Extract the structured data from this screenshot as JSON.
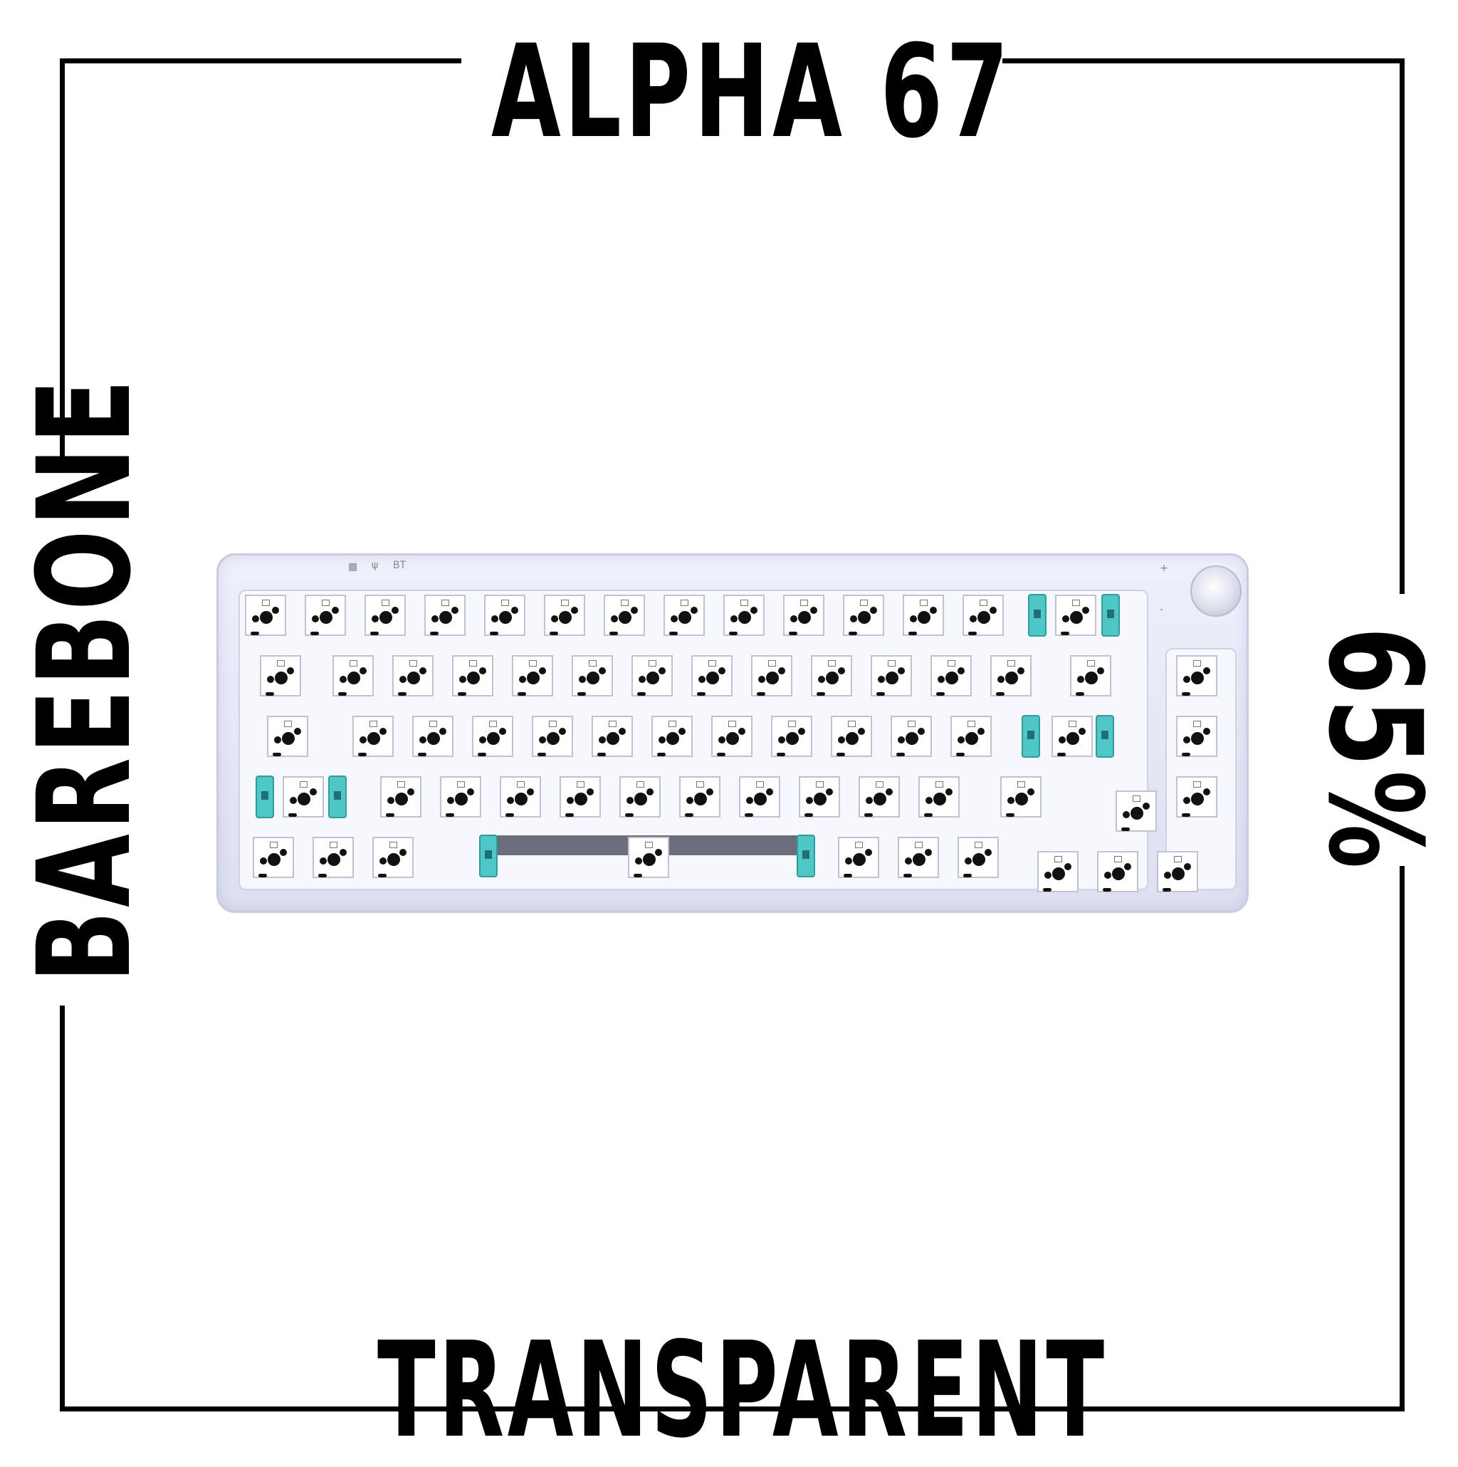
{
  "title": "ALPHA 67",
  "left_label": "BAREBONE",
  "right_label": "65%",
  "bottom_label": "TRANSPARENT",
  "keyboard": {
    "indicators": [
      "BT"
    ],
    "knob_marks": [
      "+",
      "-"
    ],
    "colors": {
      "stabilizer": "#4fc7c7",
      "case": "#e6e8f6",
      "frame": "#000000"
    }
  }
}
